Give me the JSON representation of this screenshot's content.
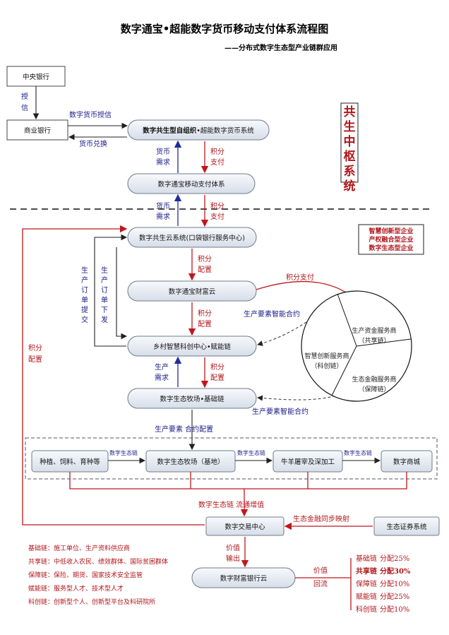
{
  "title": "数字通宝•超能数字货币移动支付体系流程图",
  "subtitle": "——分布式数字生态型产业链群应用",
  "boxes": {
    "central_bank": "中央银行",
    "commercial_bank": "商业银行",
    "self_org": "数字共生型自组织",
    "self_org_suffix": "•超能数字货币系统",
    "mobile_pay": "数字通宝移动支付体系",
    "cloud": "数字共生云系统(口袋银行服务中心)",
    "finance_cloud": "数字通宝财富云",
    "rural": "乡村智慧科创中心•赋能链",
    "eco_ranch_hub": "数字生态牧场•基础链",
    "planting": "种植、饲料、育种等",
    "eco_ranch_base": "数字生态牧场（基地）",
    "slaughter": "牛羊屠宰及深加工",
    "mall": "数字商城",
    "exchange": "数字交易中心",
    "securities": "生态证券系统",
    "wealth_cloud": "数字财富银行云"
  },
  "labels": {
    "approve": "授信",
    "currency_credit": "数字货币授信",
    "currency_exchange": "货币兑换",
    "demand1": "货币需求",
    "points_pay1": "积分支付",
    "demand2": "货币需求",
    "points_pay2": "积分支付",
    "points_alloc1": "积分配置",
    "points_alloc2": "积分配置",
    "points_alloc3": "积分配置",
    "points_alloc_left": "积分配置",
    "order_submit": "生产订单提交",
    "order_issue": "生产订单下发",
    "prod_demand": "生产需求",
    "points_pay_curve": "积分支付",
    "contract1": "生产要素智能合约",
    "contract2": "生产要素智能合约",
    "factor_config": "生产要素 合约配置",
    "eco_chain": "数字生态链",
    "eco_chain_tag": "数字生态链",
    "flow_value": "数字生态链 流通增值",
    "sync": "生态金融同步映射",
    "value_out": "价值输出",
    "value_back": "价值回流"
  },
  "center_system": "共生中枢系统",
  "enterprise_tags": [
    "智慧创新型企业",
    "产权融合型企业",
    "数字生态型企业"
  ],
  "pie_segments": [
    {
      "name": "生产资金服务商",
      "sub": "（共享链）"
    },
    {
      "name": "智慧创新服务商",
      "sub": "（科创链）"
    },
    {
      "name": "生态金融服务商",
      "sub": "（保障链）"
    }
  ],
  "legend_left": [
    {
      "key": "基础链：",
      "text": "施工单位、生产资料供应商"
    },
    {
      "key": "共享链：",
      "text": "中低收入农民、绩效群体、国际贫困群体"
    },
    {
      "key": "保障链：",
      "text": "保险、期货、国家技术安全监管"
    },
    {
      "key": "赋能链：",
      "text": "服务型人才、技术型人才"
    },
    {
      "key": "科创链：",
      "text": "创新型个人、创新型平台及科研院所"
    }
  ],
  "legend_right": [
    {
      "name": "基础链",
      "share": "分配25%",
      "bold": false
    },
    {
      "name": "共享链",
      "share": "分配30%",
      "bold": true
    },
    {
      "name": "保障链",
      "share": "分配10%",
      "bold": false
    },
    {
      "name": "赋能链",
      "share": "分配25%",
      "bold": false
    },
    {
      "name": "科创链",
      "share": "分配10%",
      "bold": false
    }
  ],
  "colors": {
    "red": "#c0161c",
    "blue": "#1f2d9c",
    "box_fill": "#e4e9f1",
    "box_stroke": "#6f7b8a"
  }
}
